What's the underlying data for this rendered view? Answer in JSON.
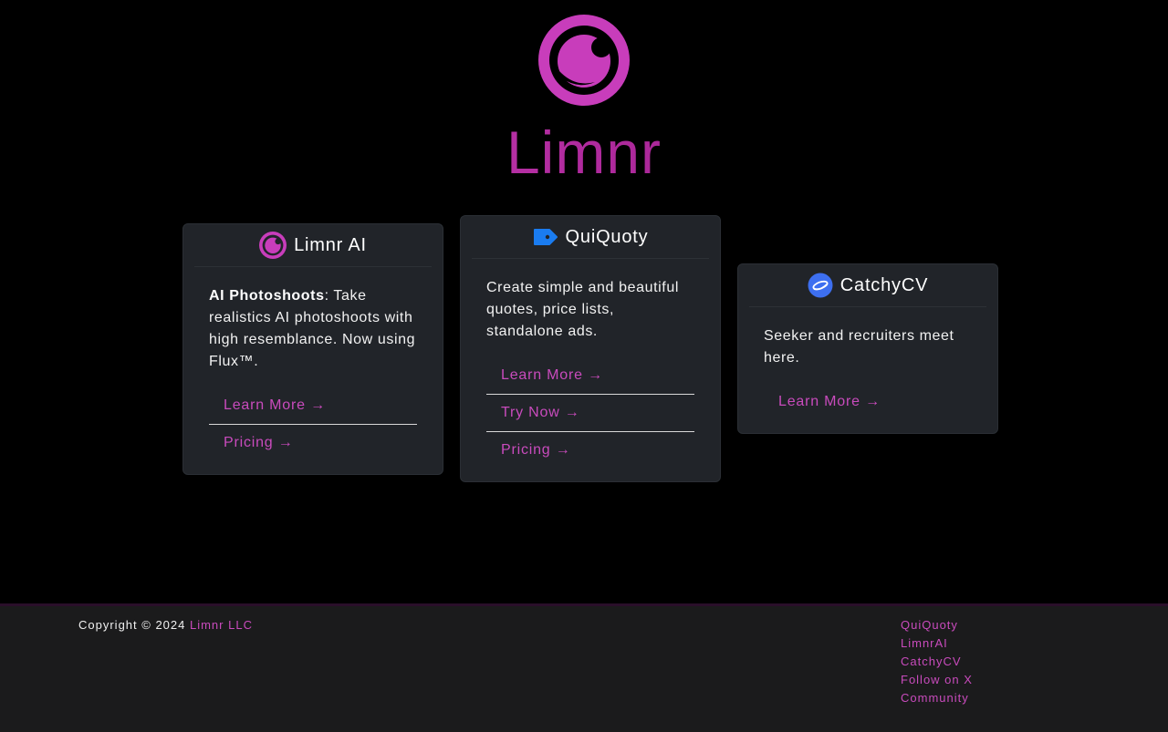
{
  "brand": {
    "name": "Limnr",
    "logo_icon": "limnr-eye-logo-icon",
    "accent": "#c94bbd"
  },
  "cards": [
    {
      "icon": "limnr-eye-icon",
      "title": "Limnr AI",
      "text_bold": "AI Photoshoots",
      "text": ": Take realistics AI photoshoots with high resemblance. Now using Flux™.",
      "links": [
        "Learn More →",
        "Pricing →"
      ]
    },
    {
      "icon": "price-tag-icon",
      "title": "QuiQuoty",
      "text_bold": "",
      "text": "Create simple and beautiful quotes, price lists, standalone ads.",
      "links": [
        "Learn More →",
        "Try Now →",
        "Pricing →"
      ]
    },
    {
      "icon": "catchycv-icon",
      "title": "CatchyCV",
      "text_bold": "",
      "text": "Seeker and recruiters meet here.",
      "links": [
        "Learn More →"
      ]
    }
  ],
  "footer": {
    "copyright": "Copyright © 2024 ",
    "company": "Limnr LLC",
    "links": [
      "QuiQuoty",
      "LimnrAI",
      "CatchyCV",
      "Follow on X",
      "Community"
    ]
  }
}
